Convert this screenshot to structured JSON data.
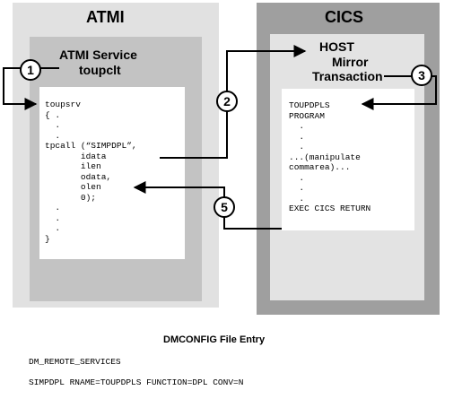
{
  "atmi": {
    "title": "ATMI",
    "service_title": "ATMI Service",
    "service_name": "toupclt",
    "code": "toupsrv\n{ .\n  .\n  .\ntpcall (“SIMPDPL”,\n       idata\n       ilen\n       odata,\n       olen\n       0);\n  .\n  .\n  .\n}"
  },
  "cics": {
    "title": "CICS",
    "host_line1": "HOST",
    "host_line2": "Mirror",
    "host_line3": "Transaction",
    "code": "TOUPDPLS\nPROGRAM\n  .\n  .\n  .\n...(manipulate\ncommarea)...\n  .\n  .\n  .\nEXEC CICS RETURN"
  },
  "steps": [
    "1",
    "2",
    "3",
    "5"
  ],
  "config": {
    "title": "DMCONFIG File Entry",
    "line1": "DM_REMOTE_SERVICES",
    "line2": "SIMPDPL RNAME=TOUPDPLS FUNCTION=DPL CONV=N"
  }
}
